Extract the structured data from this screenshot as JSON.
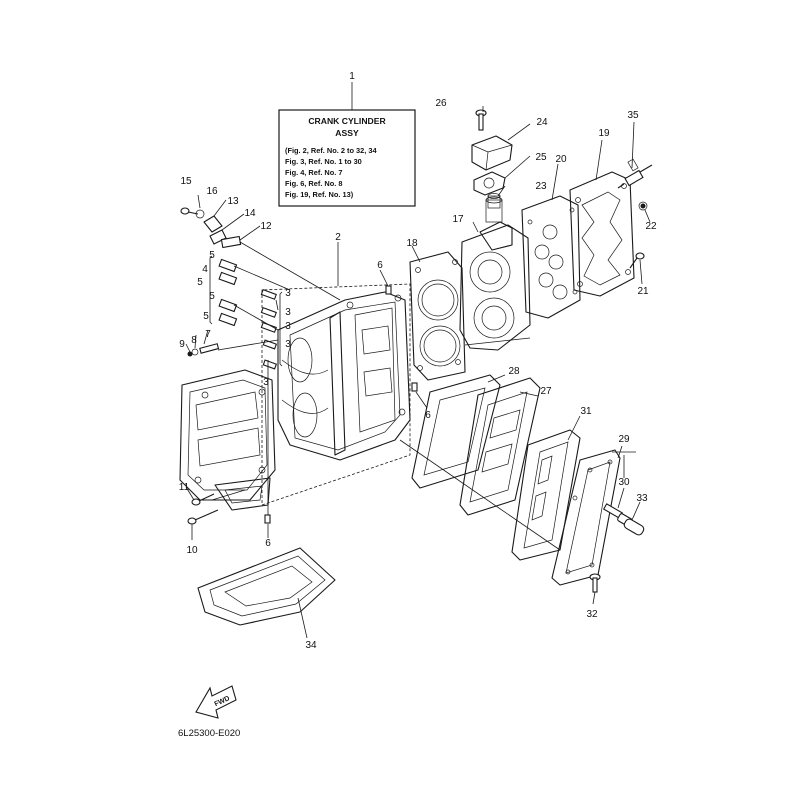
{
  "legend_box": {
    "title_line1": "CRANK CYLINDER",
    "title_line2": "ASSY",
    "lines": [
      "(Fig. 2, Ref. No. 2 to 32, 34",
      "Fig. 3, Ref. No. 1 to 30",
      "Fig. 4, Ref. No. 7",
      "Fig. 6, Ref. No. 8",
      "Fig. 19, Ref. No. 13)"
    ]
  },
  "callouts": {
    "c1": "1",
    "c2": "2",
    "c3a": "3",
    "c3b": "3",
    "c3c": "3",
    "c3d": "3",
    "c3e": "3",
    "c4": "4",
    "c5a": "5",
    "c5b": "5",
    "c5c": "5",
    "c5d": "5",
    "c6a": "6",
    "c6b": "6",
    "c6c": "6",
    "c7": "7",
    "c8": "8",
    "c9": "9",
    "c10": "10",
    "c11": "11",
    "c12": "12",
    "c13": "13",
    "c14": "14",
    "c15": "15",
    "c16": "16",
    "c17": "17",
    "c18": "18",
    "c19": "19",
    "c20": "20",
    "c21": "21",
    "c22": "22",
    "c23": "23",
    "c24": "24",
    "c25": "25",
    "c26": "26",
    "c27": "27",
    "c28": "28",
    "c29": "29",
    "c30": "30",
    "c31": "31",
    "c32": "32",
    "c33": "33",
    "c34": "34",
    "c35": "35"
  },
  "fwd_label": "FWD",
  "diagram_code": "6L25300-E020"
}
